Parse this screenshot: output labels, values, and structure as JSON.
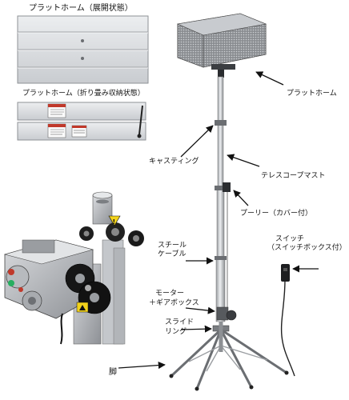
{
  "labels": {
    "platform_deployed": "プラットホーム（展開状態）",
    "platform_folded": "プラットホーム（折り畳み収納状態）",
    "platform": "プラットホーム",
    "casting": "キャスティング",
    "telescope_mast": "テレスコープマスト",
    "pulley": "プーリー（カバー付）",
    "steel_cable_line1": "スチール",
    "steel_cable_line2": "ケーブル",
    "switch_line1": "スイッチ",
    "switch_line2": "（スイッチボックス付）",
    "motor_line1": "モーター",
    "motor_line2": "＋ギアボックス",
    "slide_ring_line1": "スライド",
    "slide_ring_line2": "リング",
    "leg": "脚"
  },
  "colors": {
    "metal_light": "#d4d6d8",
    "metal_mid": "#a9acb0",
    "metal_dark": "#5c5f63",
    "black": "#141414",
    "warning_yellow": "#f2d21b",
    "label_red": "#c0392b"
  }
}
